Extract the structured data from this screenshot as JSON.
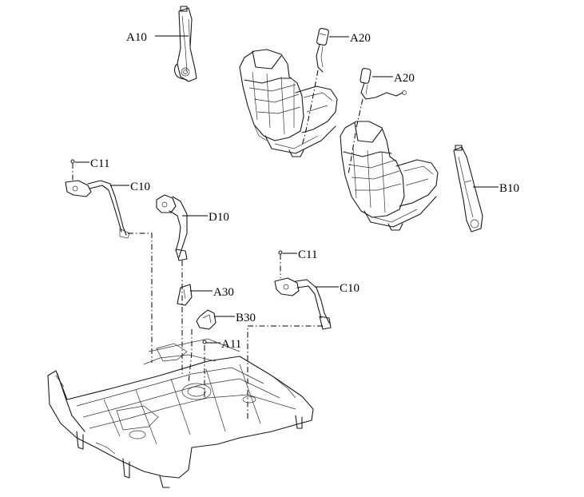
{
  "callouts": [
    {
      "id": "a10",
      "text": "A10"
    },
    {
      "id": "a20-front",
      "text": "A20"
    },
    {
      "id": "a20-rear",
      "text": "A20"
    },
    {
      "id": "b10",
      "text": "B10"
    },
    {
      "id": "c11-left",
      "text": "C11"
    },
    {
      "id": "c10-left",
      "text": "C10"
    },
    {
      "id": "d10",
      "text": "D10"
    },
    {
      "id": "a30",
      "text": "A30"
    },
    {
      "id": "b30",
      "text": "B30"
    },
    {
      "id": "a11",
      "text": "A11"
    },
    {
      "id": "c11-right",
      "text": "C11"
    },
    {
      "id": "c10-right",
      "text": "C10"
    }
  ]
}
